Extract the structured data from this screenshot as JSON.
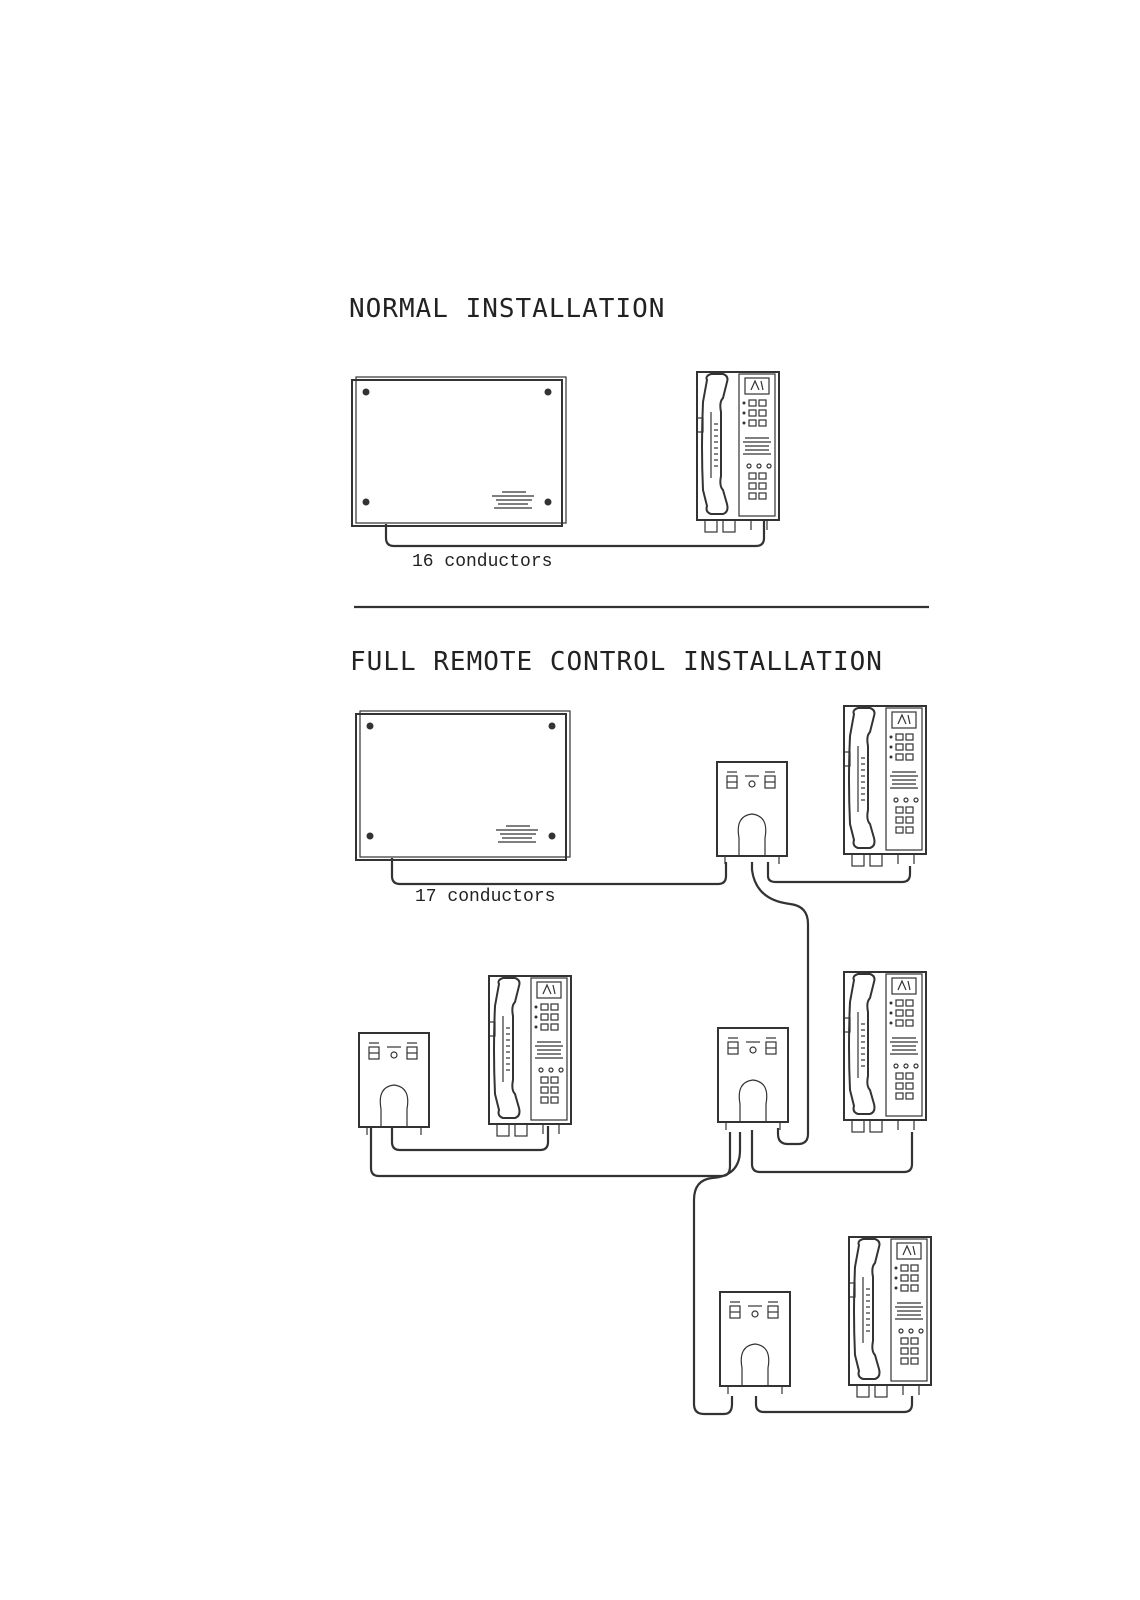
{
  "headings": {
    "normal": "NORMAL INSTALLATION",
    "full_remote": "FULL REMOTE CONTROL INSTALLATION"
  },
  "labels": {
    "normal_conductors": "16 conductors",
    "remote_conductors": "17 conductors"
  },
  "colors": {
    "ink": "#333333",
    "paper": "#ffffff"
  },
  "icons": {
    "control_unit": "control-unit-cabinet-icon",
    "telephone": "wall-telephone-icon",
    "junction_box": "junction-box-icon"
  }
}
